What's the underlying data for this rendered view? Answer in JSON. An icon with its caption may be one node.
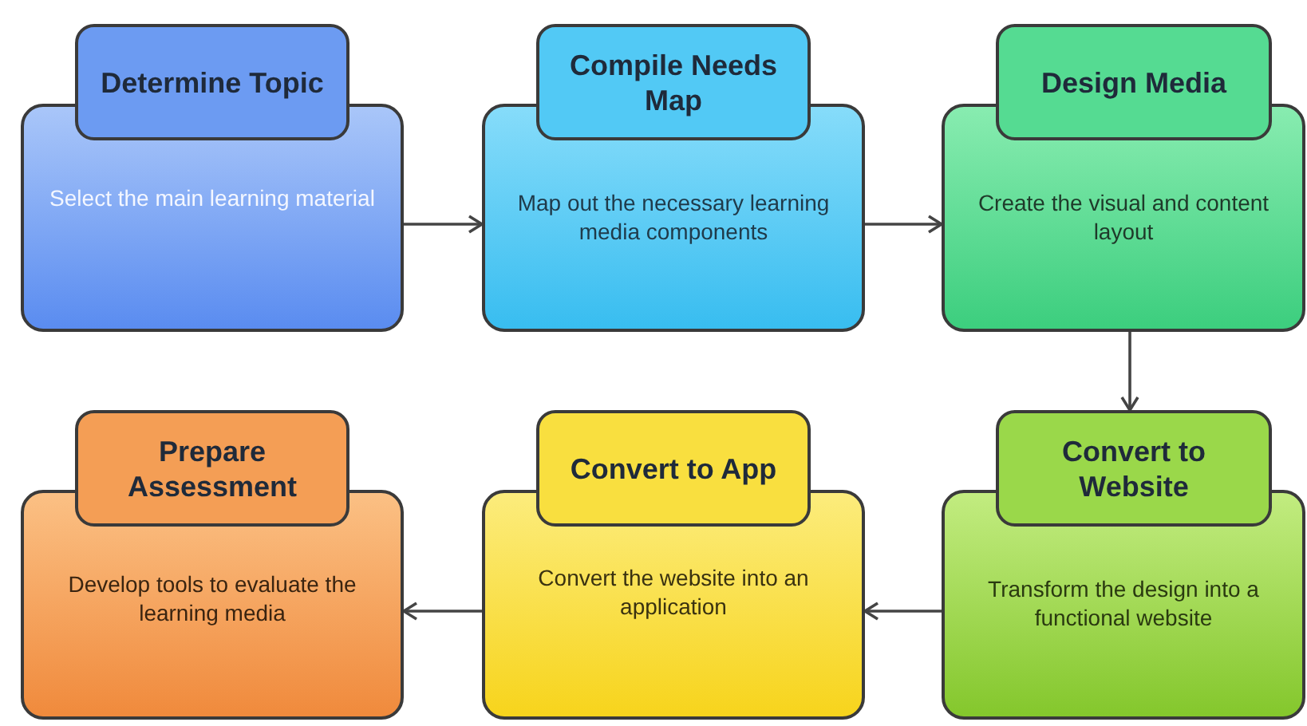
{
  "diagram": {
    "nodes": [
      {
        "text": [
          "Determine Topic",
          "Select the main learning material"
        ]
      },
      {
        "text": [
          "Compile Needs Map",
          "Map out the necessary learning media components"
        ]
      },
      {
        "text": [
          "Design Media",
          "Create the visual and content layout"
        ]
      },
      {
        "text": [
          "Prepare Assessment",
          "Develop tools to evaluate the learning media"
        ]
      },
      {
        "text": [
          "Convert to App",
          "Convert the website into an application"
        ]
      },
      {
        "text": [
          "Convert to Website",
          "Transform the design into a functional website"
        ]
      }
    ],
    "edges": [
      {
        "from": 0,
        "to": 1,
        "arrow": "to"
      },
      {
        "from": 1,
        "to": 2,
        "arrow": "to"
      },
      {
        "from": 2,
        "to": 5,
        "arrow": "to"
      },
      {
        "from": 5,
        "to": 4,
        "arrow": "to"
      },
      {
        "from": 4,
        "to": 3,
        "arrow": "to"
      }
    ]
  }
}
